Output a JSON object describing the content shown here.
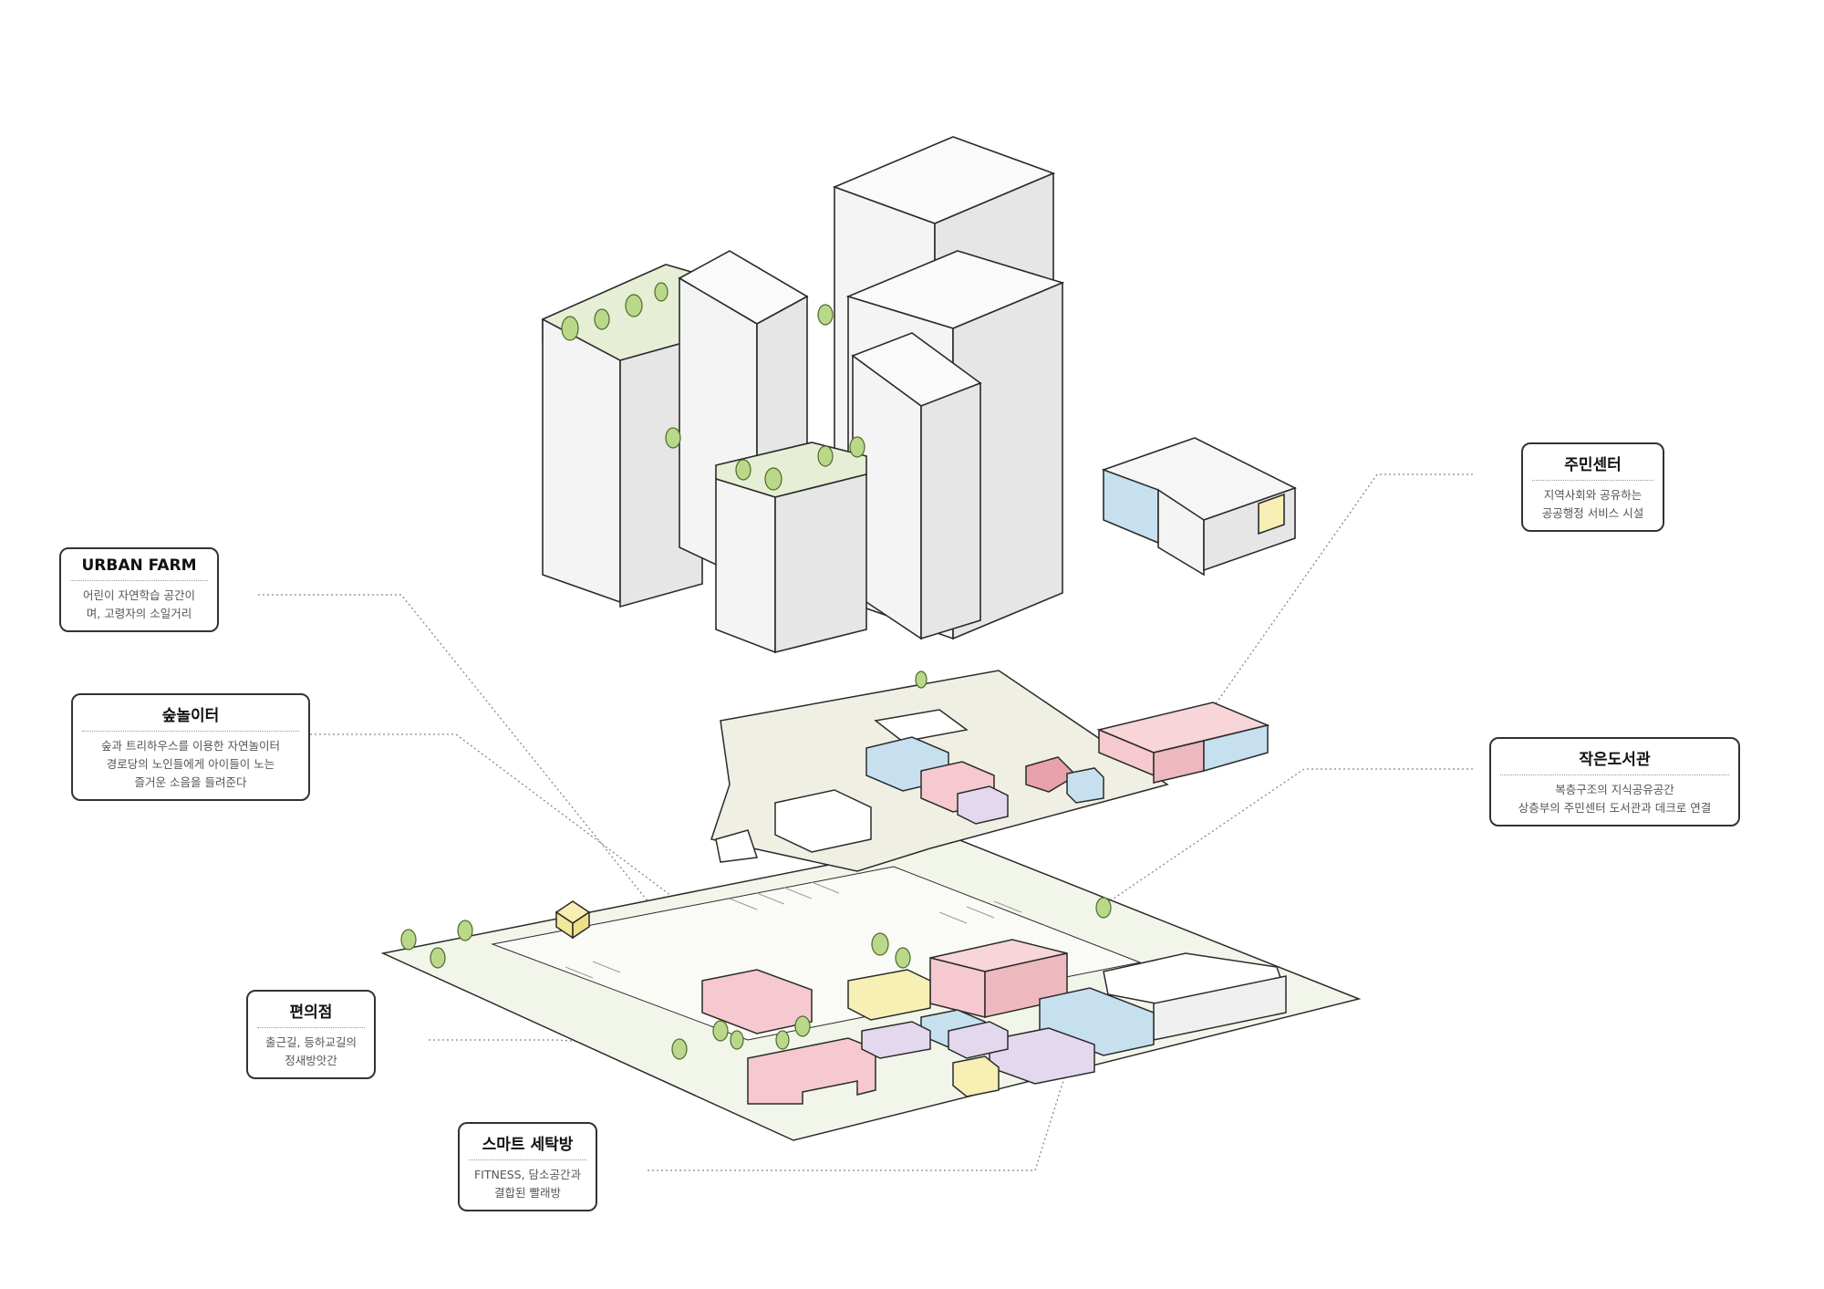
{
  "callouts": {
    "urban_farm": {
      "title": "URBAN FARM",
      "desc": "어린이 자연학습 공간이\n며, 고령자의 소일거리"
    },
    "forest_playground": {
      "title": "숲놀이터",
      "desc": "숲과 트리하우스를 이용한 자연놀이터\n경로당의 노인들에게 아이들이 노는\n즐거운 소음을 들려준다"
    },
    "convenience_store": {
      "title": "편의점",
      "desc": "출근길, 등하교길의\n정새방앗간"
    },
    "smart_laundry": {
      "title": "스마트 세탁방",
      "desc": "FITNESS, 담소공간과\n결합된 빨래방"
    },
    "resident_center": {
      "title": "주민센터",
      "desc": "지역사회와 공유하는\n공공행정 서비스 시설"
    },
    "small_library": {
      "title": "작은도서관",
      "desc": "복층구조의 지식공유공간\n상층부의 주민센터 도서관과 데크로 연결"
    }
  },
  "colors": {
    "outline": "#2b2b2b",
    "tower": "#f4f4f4",
    "tower_side": "#e4e4e4",
    "green_roof": "#e6efd6",
    "tree": "#b9d889",
    "deck": "#efefe4",
    "ground": "#f2f6ea",
    "pink": "#f5c9cf",
    "blue": "#c6e0ef",
    "lavender": "#e3d8ee",
    "yellow": "#f7efb4",
    "leader": "#888888"
  }
}
